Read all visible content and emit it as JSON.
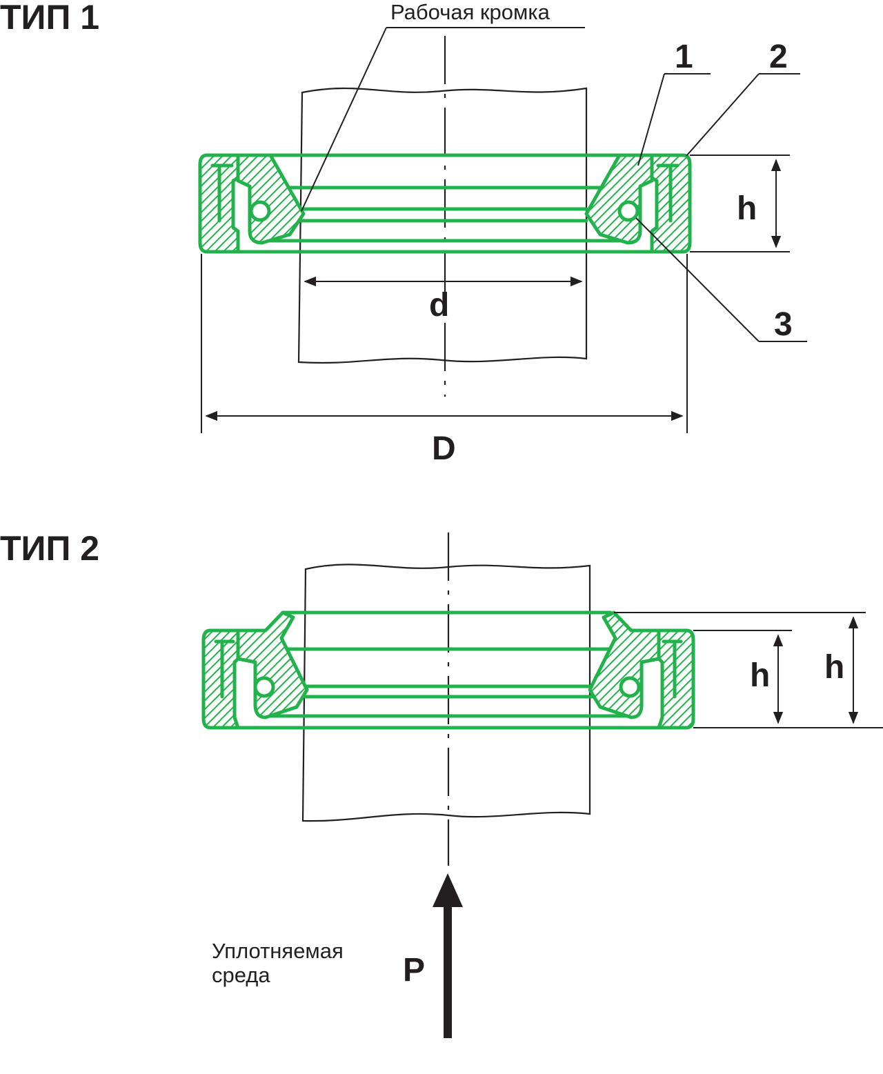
{
  "type1": {
    "title": "ТИП 1",
    "lip_label": "Рабочая кромка",
    "callout_1": "1",
    "callout_2": "2",
    "callout_3": "3",
    "dim_h": "h",
    "dim_d": "d",
    "dim_D": "D"
  },
  "type2": {
    "title": "ТИП 2",
    "dim_h_inner": "h",
    "dim_h_outer": "h",
    "medium_label_line1": "Уплотняемая",
    "medium_label_line2": "среда",
    "pressure_label": "P"
  },
  "colors": {
    "seal": "#22b24c",
    "lines": "#231f20"
  }
}
